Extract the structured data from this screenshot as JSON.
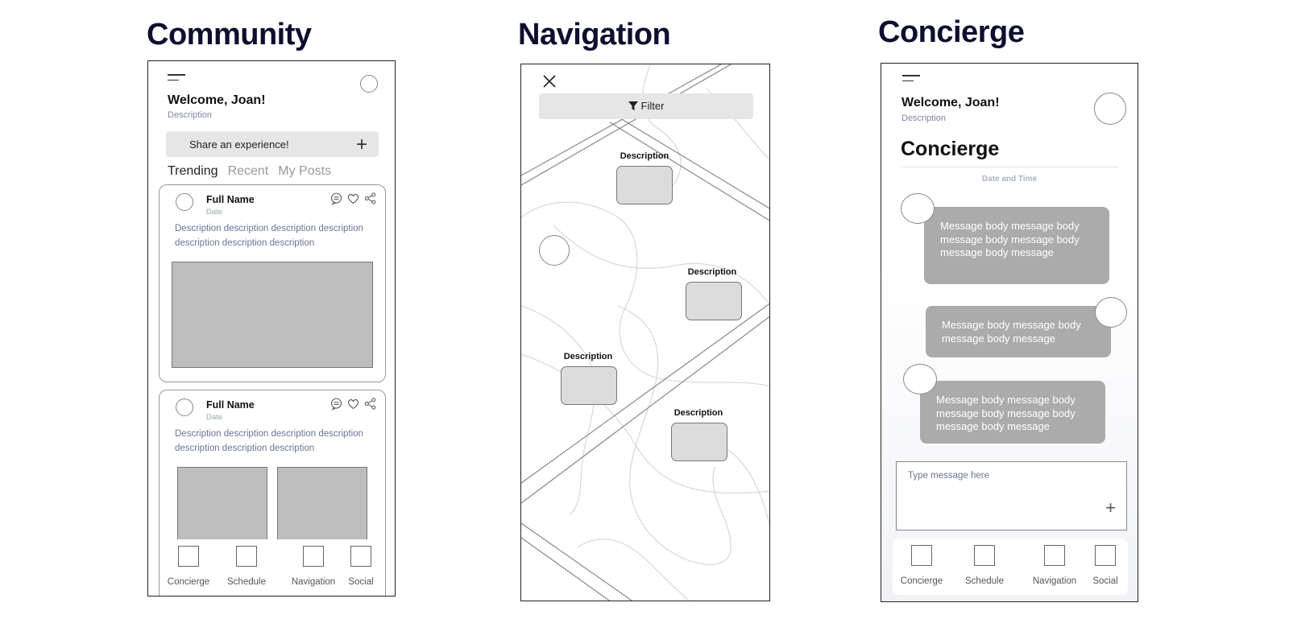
{
  "titles": {
    "community": "Community",
    "navigation": "Navigation",
    "concierge": "Concierge"
  },
  "community": {
    "welcome": "Welcome, Joan!",
    "description": "Description",
    "share_label": "Share an experience!",
    "share_icon": "plus-icon",
    "tabs": [
      "Trending",
      "Recent",
      "My Posts"
    ],
    "active_tab": "Trending",
    "posts": [
      {
        "name": "Full Name",
        "date": "Date",
        "text": "Description description description description description description description",
        "images": 1
      },
      {
        "name": "Full Name",
        "date": "Date",
        "text": "Description description description description description description description",
        "images": 2
      }
    ],
    "post_icons": [
      "comment-icon",
      "heart-icon",
      "share-icon"
    ],
    "nav": [
      "Concierge",
      "Schedule",
      "Navigation",
      "Social"
    ]
  },
  "navigation": {
    "close_icon": "close-icon",
    "filter_label": "Filter",
    "filter_icon": "funnel-icon",
    "pins": [
      {
        "label": "Description"
      },
      {
        "label": "Description"
      },
      {
        "label": "Description"
      },
      {
        "label": "Description"
      }
    ]
  },
  "concierge": {
    "welcome": "Welcome, Joan!",
    "description": "Description",
    "heading": "Concierge",
    "datetime": "Date and Time",
    "messages": [
      {
        "text": "Message body message body message body message body message body message",
        "side": "left"
      },
      {
        "text": "Message body message body message body message",
        "side": "right"
      },
      {
        "text": "Message body message body message body message body message body message",
        "side": "left"
      }
    ],
    "composer_placeholder": "Type message here",
    "composer_icon": "plus-icon",
    "nav": [
      "Concierge",
      "Schedule",
      "Navigation",
      "Social"
    ]
  }
}
